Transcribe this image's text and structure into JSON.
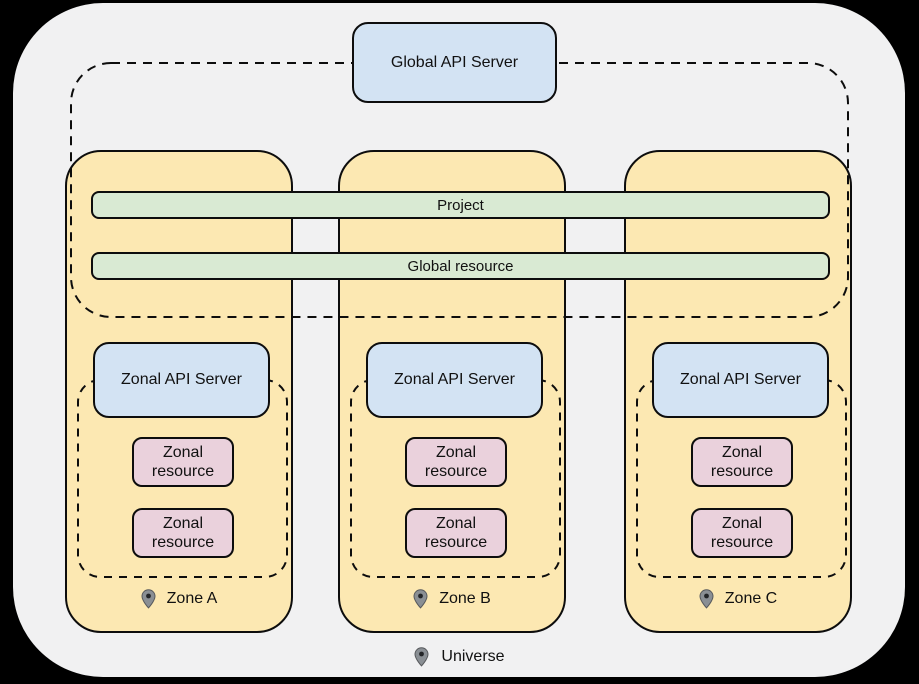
{
  "diagram": {
    "global_api_server": "Global API Server",
    "shared_bars": [
      {
        "label": "Project"
      },
      {
        "label": "Global resource"
      }
    ],
    "zones": [
      {
        "name": "Zone A",
        "api_server": "Zonal API Server",
        "resources": [
          "Zonal resource",
          "Zonal resource"
        ]
      },
      {
        "name": "Zone B",
        "api_server": "Zonal API Server",
        "resources": [
          "Zonal resource",
          "Zonal resource"
        ]
      },
      {
        "name": "Zone C",
        "api_server": "Zonal API Server",
        "resources": [
          "Zonal resource",
          "Zonal resource"
        ]
      }
    ],
    "universe_label": "Universe"
  },
  "icons": {
    "zone_marker": "location-pin-icon",
    "universe_marker": "location-pin-icon"
  },
  "colors": {
    "page_background": "#000000",
    "universe_fill": "#f1f1f2",
    "zone_fill": "#fce8b2",
    "api_server_fill": "#d3e3f3",
    "shared_bar_fill": "#d9ead3",
    "resource_fill": "#ead1dc",
    "outline": "#0d0d0d",
    "pin_gray": "#8a8f94",
    "pin_dot": "#232528"
  }
}
